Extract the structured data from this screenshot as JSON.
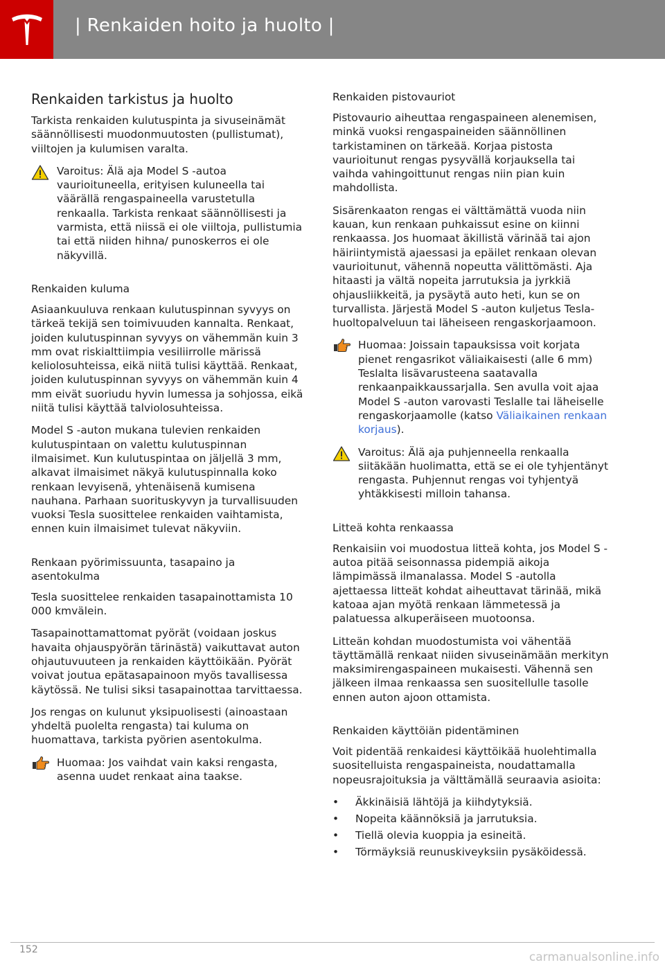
{
  "header": {
    "title": "| Renkaiden hoito ja huolto |",
    "logo": "tesla-logo"
  },
  "left": {
    "heading": "Renkaiden tarkistus ja huolto",
    "intro": "Tarkista renkaiden kulutuspinta ja sivuseinämät säännöllisesti muodonmuutosten (pullistumat), viiltojen ja kulumisen varalta.",
    "warning1": "Varoitus: Älä aja Model S -autoa vaurioituneella, erityisen kuluneella tai väärällä rengaspaineella varustetulla renkaalla. Tarkista renkaat säännöllisesti ja varmista, että niissä ei ole viiltoja, pullistumia tai että niiden hihna/ punoskerros ei ole näkyvillä.",
    "wear_heading": "Renkaiden kuluma",
    "wear_p1": "Asiaankuuluva renkaan kulutuspinnan syvyys on tärkeä tekijä sen toimivuuden kannalta. Renkaat, joiden kulutuspinnan syvyys on vähemmän kuin 3 mm ovat riskialttiimpia vesiliirrolle märissä keliolosuhteissa, eikä niitä tulisi käyttää. Renkaat, joiden kulutuspinnan syvyys on vähemmän kuin 4 mm eivät suoriudu hyvin lumessa ja sohjossa, eikä niitä tulisi käyttää talviolosuhteissa.",
    "wear_p2": "Model S -auton mukana tulevien renkaiden kulutuspintaan on valettu kulutuspinnan ilmaisimet. Kun kulutuspintaa on jäljellä 3 mm, alkavat ilmaisimet näkyä kulutuspinnalla koko renkaan levyisenä, yhtenäisenä kumisena nauhana. Parhaan suorituskyvyn ja turvallisuuden vuoksi Tesla suosittelee renkaiden vaihtamista, ennen kuin ilmaisimet tulevat näkyviin.",
    "rot_heading": "Renkaan pyörimissuunta, tasapaino ja asentokulma",
    "rot_p1": "Tesla suosittelee renkaiden tasapainottamista 10 000 kmvälein.",
    "rot_p2": "Tasapainottamattomat pyörät (voidaan joskus havaita ohjauspyörän tärinästä) vaikuttavat auton ohjautuvuuteen ja renkaiden käyttöikään. Pyörät voivat joutua epätasapainoon myös tavallisessa käytössä. Ne tulisi siksi tasapainottaa tarvittaessa.",
    "rot_p3": "Jos rengas on kulunut yksipuolisesti (ainoastaan yhdeltä puolelta rengasta) tai kuluma on huomattava, tarkista pyörien asentokulma.",
    "note1": "Huomaa: Jos vaihdat vain kaksi rengasta, asenna uudet renkaat aina taakse."
  },
  "right": {
    "punct_heading": "Renkaiden pistovauriot",
    "punct_p1": "Pistovaurio aiheuttaa rengaspaineen alenemisen, minkä vuoksi rengaspaineiden säännöllinen tarkistaminen on tärkeää. Korjaa pistosta vaurioitunut rengas pysyvällä korjauksella tai vaihda vahingoittunut rengas niin pian kuin mahdollista.",
    "punct_p2": "Sisärenkaaton rengas ei välttämättä vuoda niin kauan, kun renkaan puhkaissut esine on kiinni renkaassa. Jos huomaat äkillistä värinää tai ajon häiriintymistä ajaessasi ja epäilet renkaan olevan vaurioitunut, vähennä nopeutta välittömästi. Aja hitaasti ja vältä nopeita jarrutuksia ja jyrkkiä ohjausliikkeitä, ja pysäytä auto heti, kun se on turvallista. Järjestä Model S -auton kuljetus Tesla-huoltopalveluun tai läheiseen rengaskorjaamoon.",
    "note2_text": "Huomaa: Joissain tapauksissa voit korjata pienet rengasrikot väliaikaisesti (alle 6 mm) Teslalta lisävarusteena saatavalla renkaanpaikkaussarjalla. Sen avulla voit ajaa Model S -auton varovasti Teslalle tai läheiselle rengaskorjaamolle (katso ",
    "note2_link": "Väliaikainen renkaan korjaus",
    "note2_end": ").",
    "warning2": "Varoitus: Älä aja puhjenneella renkaalla siitäkään huolimatta, että se ei ole tyhjentänyt rengasta. Puhjennut rengas voi tyhjentyä yhtäkkisesti milloin tahansa.",
    "flat_heading": "Litteä kohta renkaassa",
    "flat_p1": "Renkaisiin voi muodostua litteä kohta, jos Model S -autoa pitää seisonnassa pidempiä aikoja lämpimässä ilmanalassa. Model S -autolla ajettaessa litteät kohdat aiheuttavat tärinää, mikä katoaa ajan myötä renkaan lämmetessä ja palatuessa alkuperäiseen muotoonsa.",
    "flat_p2": "Litteän kohdan muodostumista voi vähentää täyttämällä renkaat niiden sivuseinämään merkityn maksimirengaspaineen mukaisesti. Vähennä sen jälkeen ilmaa renkaassa sen suositellulle tasolle ennen auton ajoon ottamista.",
    "life_heading": "Renkaiden käyttöiän pidentäminen",
    "life_p1": "Voit pidentää renkaidesi käyttöikää huolehtimalla suositelluista rengaspaineista, noudattamalla nopeusrajoituksia ja välttämällä seuraavia asioita:",
    "bullets": [
      "Äkkinäisiä lähtöjä ja kiihdytyksiä.",
      "Nopeita käännöksiä ja jarrutuksia.",
      "Tiellä olevia kuoppia ja esineitä.",
      "Törmäyksiä reunuskiveyksiin pysäköidessä."
    ]
  },
  "footer": {
    "page_number": "152",
    "watermark": "carmanualsonline.info"
  },
  "colors": {
    "header_bg": "#868686",
    "logo_bg": "#cc0000",
    "warning_yellow": "#f5d000",
    "note_orange": "#f08c1e",
    "link": "#3e6fd8"
  }
}
